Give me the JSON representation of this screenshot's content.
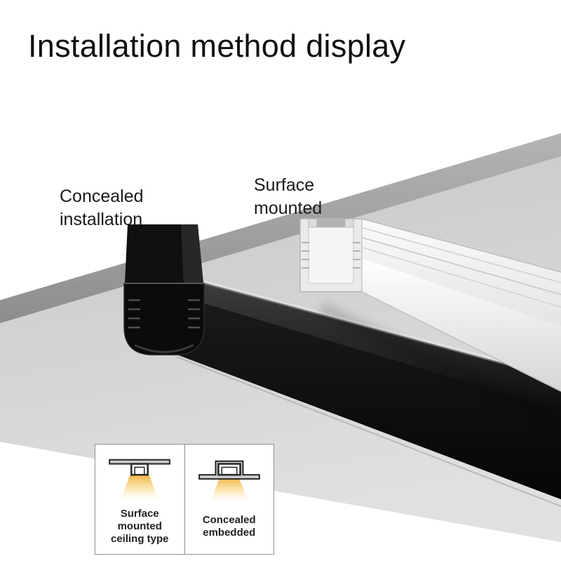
{
  "title": "Installation method display",
  "scene": {
    "labels": {
      "concealed": "Concealed installation",
      "surface": "Surface mounted"
    }
  },
  "legend": {
    "items": [
      {
        "icon": "surface-mounted-ceiling-icon",
        "label": "Surface mounted ceiling type"
      },
      {
        "icon": "concealed-embedded-icon",
        "label": "Concealed embedded"
      }
    ]
  },
  "colors": {
    "background": "#ffffff",
    "title_text": "#111111",
    "slab_gray": "#9a9a9a",
    "surface_gray": "#d4d4d4",
    "concealed_profile": "#0d0d0d",
    "surface_profile": "#ededed",
    "light_glow": "#f5b942"
  }
}
